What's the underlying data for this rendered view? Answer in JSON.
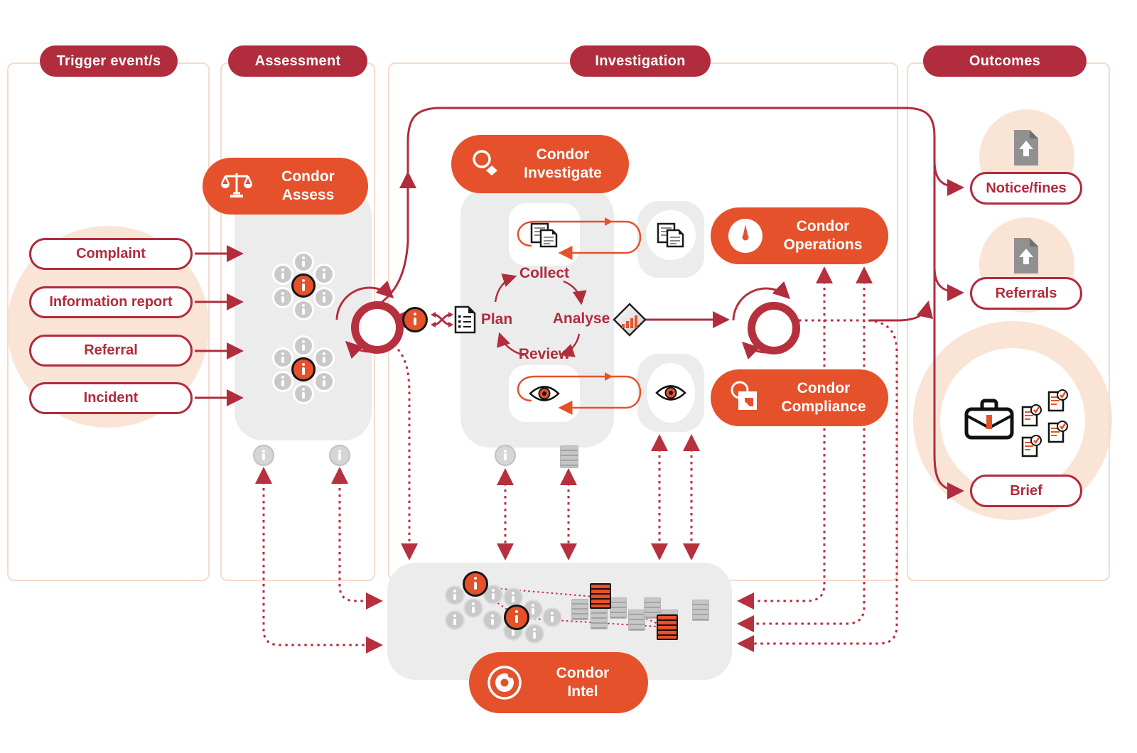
{
  "columns": {
    "trigger": "Trigger event/s",
    "assessment": "Assessment",
    "investigation": "Investigation",
    "outcomes": "Outcomes"
  },
  "triggers": [
    {
      "label": "Complaint"
    },
    {
      "label": "Information report"
    },
    {
      "label": "Referral"
    },
    {
      "label": "Incident"
    }
  ],
  "products": {
    "assess": "Condor Assess",
    "investigate": "Condor Investigate",
    "operations": "Condor Operations",
    "compliance": "Condor Compliance",
    "intel": "Condor Intel"
  },
  "cycle": {
    "plan": "Plan",
    "collect": "Collect",
    "analyse": "Analyse",
    "review": "Review"
  },
  "outcomes": {
    "notice": "Notice/fines",
    "referrals": "Referrals",
    "brief": "Brief"
  },
  "colors": {
    "crimson": "#b12c3c",
    "orange": "#e5512b",
    "peach": "#fae4d5",
    "panel_gray": "#ececec",
    "column_border": "#f6dbcd"
  }
}
